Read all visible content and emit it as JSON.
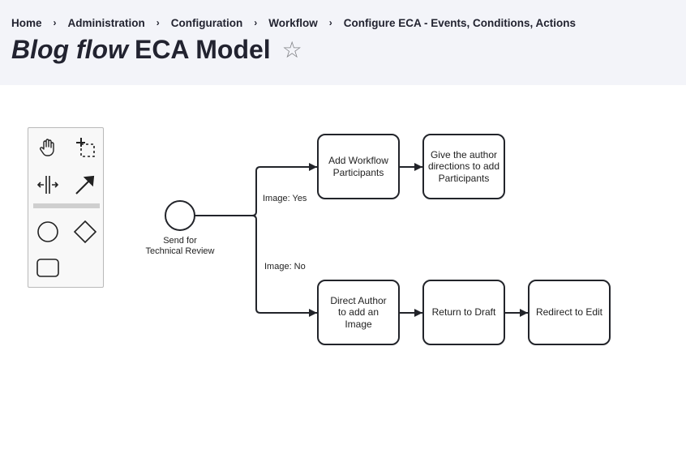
{
  "breadcrumb": {
    "items": [
      "Home",
      "Administration",
      "Configuration",
      "Workflow",
      "Configure ECA - Events, Conditions, Actions"
    ],
    "separator": "›"
  },
  "title": {
    "emphasis": "Blog flow",
    "rest": "ECA Model",
    "favorite_glyph": "☆"
  },
  "palette": {
    "tools": [
      "hand-tool-icon",
      "lasso-tool-icon",
      "space-tool-icon",
      "connect-tool-icon",
      "start-event-icon",
      "gateway-icon",
      "task-icon"
    ]
  },
  "diagram": {
    "start_event": {
      "label_line1": "Send for",
      "label_line2": "Technical Review"
    },
    "flows": {
      "yes_label": "Image: Yes",
      "no_label": "Image: No"
    },
    "tasks": {
      "add_participants": "Add Workflow Participants",
      "give_directions": "Give the author directions to add Participants",
      "direct_author": "Direct Author to add an Image",
      "return_draft": "Return to Draft",
      "redirect_edit": "Redirect to Edit"
    }
  },
  "colors": {
    "header_bg": "#f3f4f9",
    "text": "#222330",
    "stroke": "#22242a"
  }
}
